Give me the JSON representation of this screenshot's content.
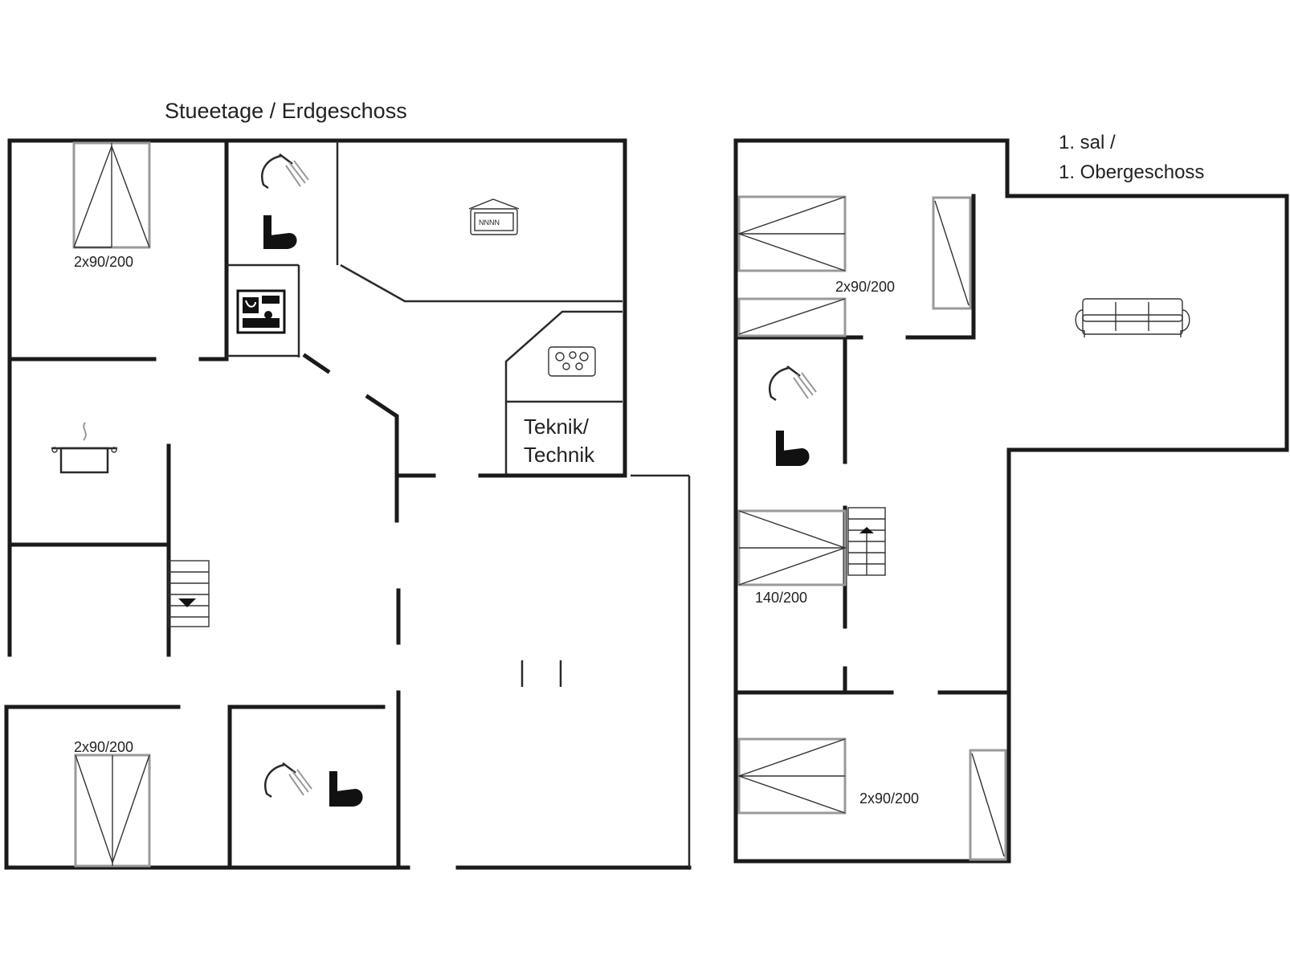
{
  "titles": {
    "ground_floor": "Stueetage / Erdgeschoss",
    "upper_floor_line1": "1. sal /",
    "upper_floor_line2": "1. Obergeschoss"
  },
  "labels": {
    "bed_top_left": "2x90/200",
    "bed_bottom_left": "2x90/200",
    "technik_line1": "Teknik/",
    "technik_line2": "Technik",
    "bed_upper_top": "2x90/200",
    "bed_upper_double": "140/200",
    "bed_upper_bottom": "2x90/200"
  },
  "icons": {
    "shower": "shower-icon",
    "toilet": "toilet-icon",
    "washer": "washing-machine-icon",
    "tv": "tv-icon",
    "stove": "stove-icon",
    "cooking": "cooking-pot-icon",
    "sofa": "sofa-icon",
    "stairs": "stairs-icon"
  }
}
